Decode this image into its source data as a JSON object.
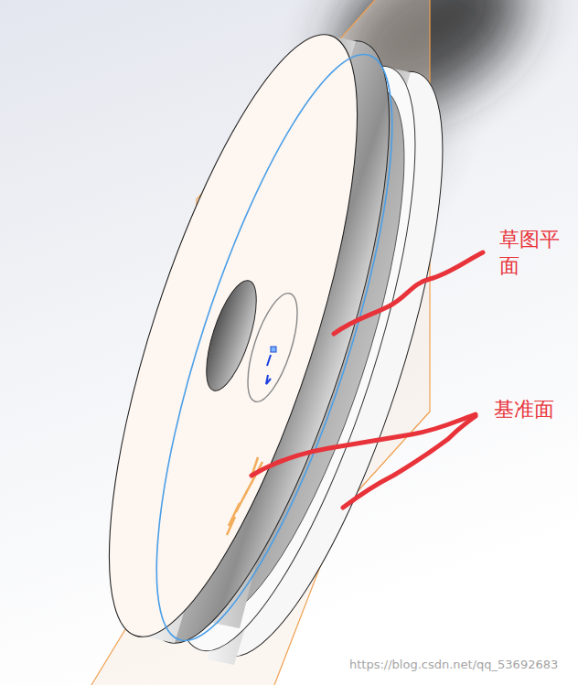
{
  "diagram": {
    "labels": [
      "草图平面",
      "基准面",
      "https://blog.csdn.net/qq_53692683"
    ]
  }
}
